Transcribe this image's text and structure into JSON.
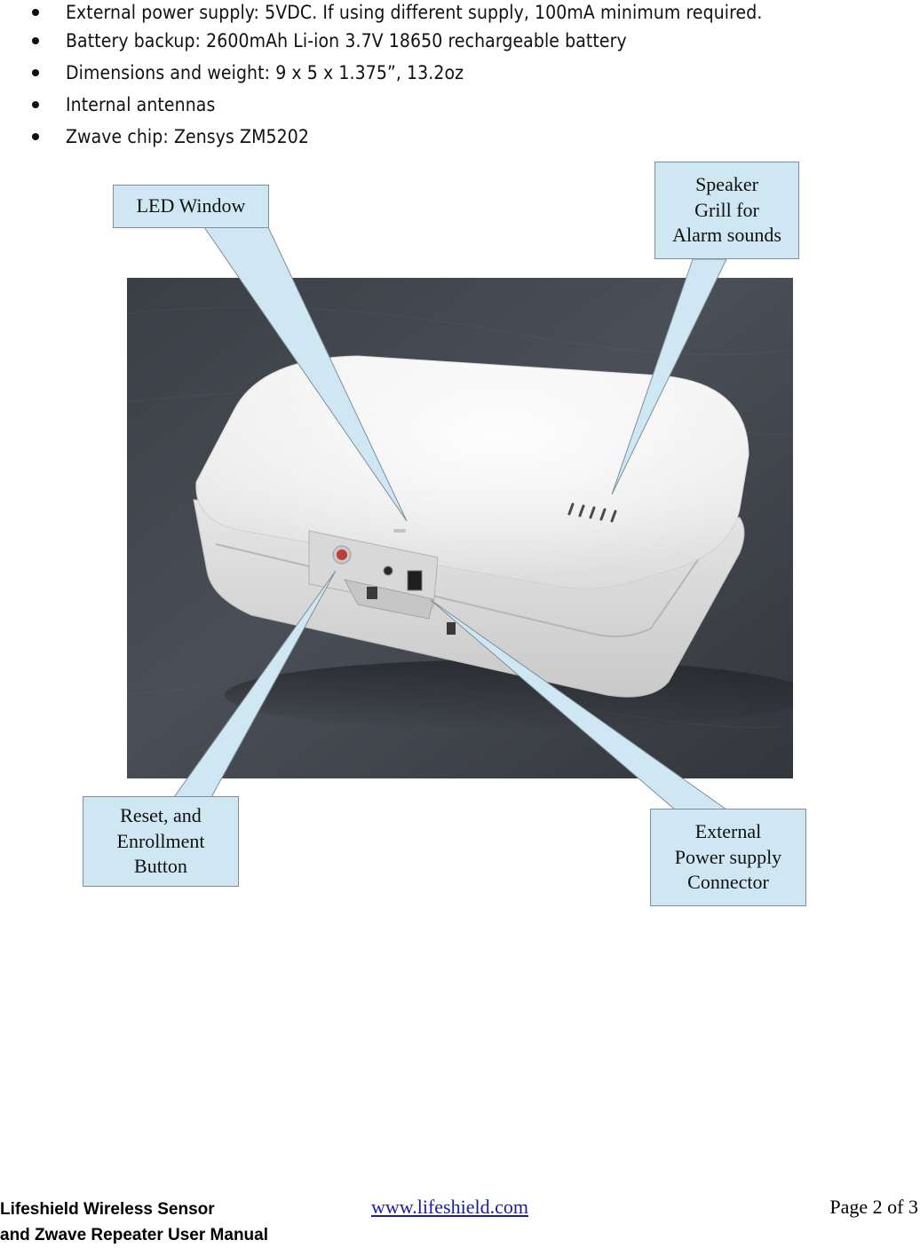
{
  "specs": [
    "External power supply:  5VDC.  If using different supply, 100mA minimum required.",
    "Battery backup: 2600mAh Li-ion 3.7V 18650 rechargeable battery",
    "Dimensions and weight: 9 x 5 x 1.375”, 13.2oz",
    "Internal antennas",
    "Zwave chip: Zensys ZM5202"
  ],
  "callouts": {
    "led_window": "LED Window",
    "speaker_grill": [
      "Speaker",
      "Grill for",
      "Alarm sounds"
    ],
    "reset_button": [
      "Reset, and",
      "Enrollment",
      "Button"
    ],
    "power_connector": [
      "External",
      "Power supply",
      "Connector"
    ]
  },
  "footer": {
    "title_line1": "Lifeshield Wireless Sensor",
    "title_line2": "and Zwave Repeater User Manual",
    "link": "www.lifeshield.com",
    "page": "Page 2 of 3"
  },
  "colors": {
    "callout_fill": "#cfe6f3",
    "link": "#1a1aa6"
  },
  "icons": {
    "bullet": "bullet-dot-icon"
  }
}
